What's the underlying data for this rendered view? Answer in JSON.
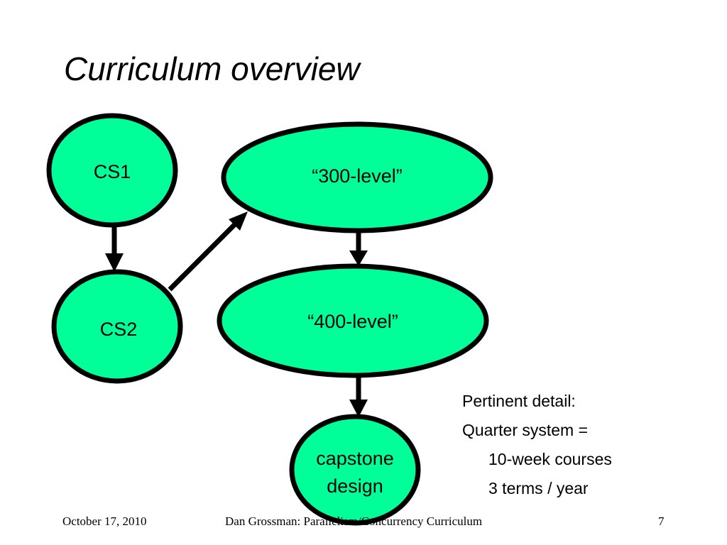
{
  "slide": {
    "title": "Curriculum overview"
  },
  "diagram": {
    "node_fill": "#00FF99",
    "stroke_color": "#000000",
    "nodes": {
      "cs1": "CS1",
      "cs2": "CS2",
      "level300": "“300-level”",
      "level400": "“400-level”",
      "capstone_line1": "capstone",
      "capstone_line2": "design"
    },
    "edges": [
      {
        "from": "CS1",
        "to": "CS2"
      },
      {
        "from": "CS2",
        "to": "“300-level”"
      },
      {
        "from": "“300-level”",
        "to": "“400-level”"
      },
      {
        "from": "“400-level”",
        "to": "capstone design"
      }
    ]
  },
  "note": {
    "line1": "Pertinent detail:",
    "line2": "Quarter system =",
    "line3": "10-week courses",
    "line4": "3 terms / year"
  },
  "footer": {
    "date": "October 17, 2010",
    "center": "Dan Grossman: Parallelism/Concurrency Curriculum",
    "page": "7"
  }
}
